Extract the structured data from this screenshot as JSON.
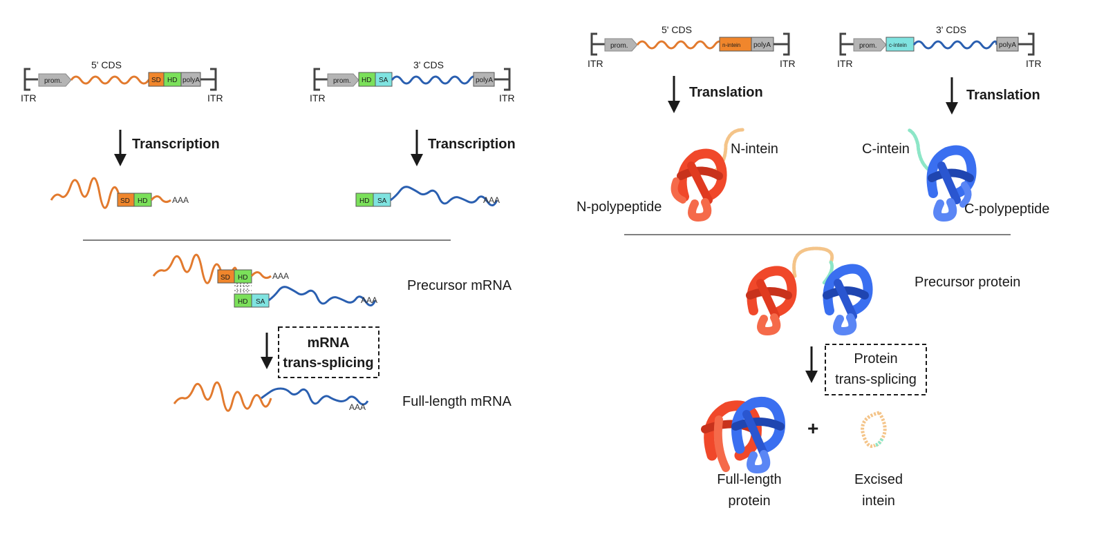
{
  "mrna_side": {
    "construct_5": {
      "itr_left": "ITR",
      "itr_right": "ITR",
      "prom": "prom.",
      "cds": "5' CDS",
      "sd": "SD",
      "hd": "HD",
      "polya": "polyA"
    },
    "construct_3": {
      "itr_left": "ITR",
      "itr_right": "ITR",
      "prom": "prom.",
      "hd": "HD",
      "sa": "SA",
      "cds": "3' CDS",
      "polya": "polyA"
    },
    "transcription_left": "Transcription",
    "transcription_right": "Transcription",
    "transcript_5": {
      "sd": "SD",
      "hd": "HD",
      "tail": "AAA"
    },
    "transcript_3": {
      "hd": "HD",
      "sa": "SA",
      "tail": "AAA"
    },
    "precursor": {
      "sd": "SD",
      "hd_top": "HD",
      "tail_top": "AAA",
      "hd_bottom": "HD",
      "sa": "SA",
      "tail_bottom": "AAA",
      "label": "Precursor mRNA"
    },
    "step_box": {
      "line1": "mRNA",
      "line2": "trans-splicing"
    },
    "full_length": {
      "tail": "AAA",
      "label": "Full-length mRNA"
    }
  },
  "protein_side": {
    "construct_5": {
      "itr_left": "ITR",
      "itr_right": "ITR",
      "prom": "prom.",
      "cds": "5' CDS",
      "intein": "n-intein",
      "polya": "polyA"
    },
    "construct_3": {
      "itr_left": "ITR",
      "itr_right": "ITR",
      "prom": "prom.",
      "intein": "c-intein",
      "cds": "3' CDS",
      "polya": "polyA"
    },
    "translation_left": "Translation",
    "translation_right": "Translation",
    "n_intein": "N-intein",
    "c_intein": "C-intein",
    "n_polypeptide": "N-polypeptide",
    "c_polypeptide": "C-polypeptide",
    "precursor_label": "Precursor protein",
    "step_box": {
      "line1": "Protein",
      "line2": "trans-splicing"
    },
    "plus": "+",
    "full_length": {
      "line1": "Full-length",
      "line2": "protein"
    },
    "excised": {
      "line1": "Excised",
      "line2": "intein"
    }
  },
  "colors": {
    "orange_strand": "#e27a2e",
    "blue_strand": "#2a5fb0",
    "sd_box": "#f0862c",
    "hd_box": "#7be05a",
    "sa_box": "#7fe3e0",
    "grey_box": "#b4b4b4",
    "red_protein": "#f0482a",
    "blue_protein": "#2f63e0",
    "intein_dots": "#f4c489",
    "c_intein_dots": "#8de6c7"
  }
}
